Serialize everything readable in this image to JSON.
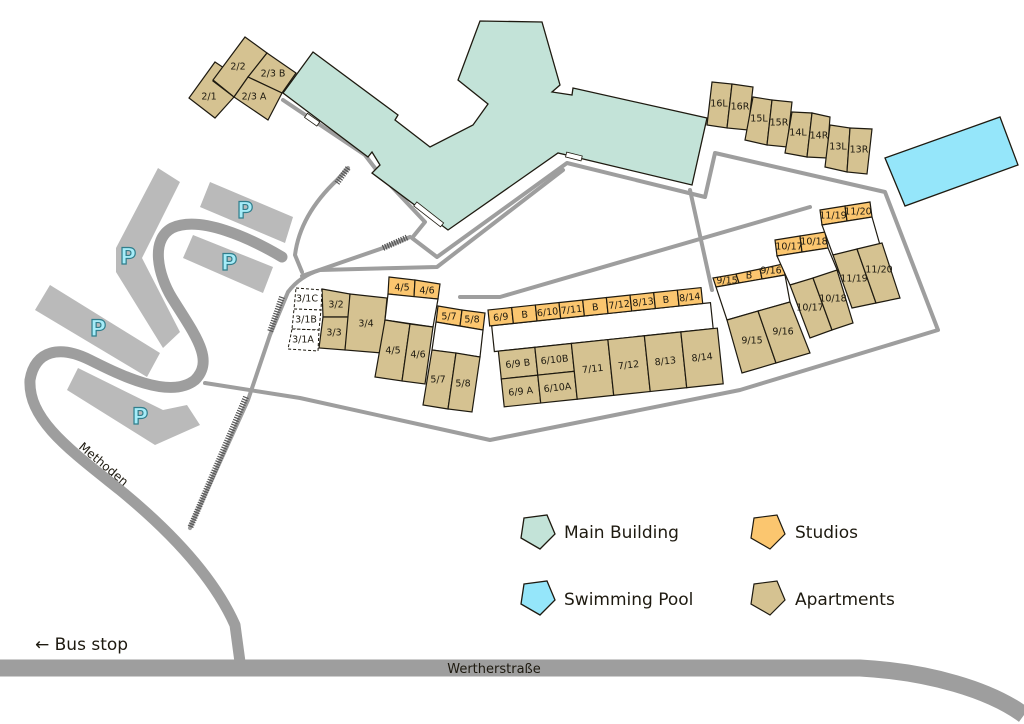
{
  "colors": {
    "main_building": "#c3e3d8",
    "studios": "#fbc66f",
    "swimming_pool": "#95e6fa",
    "apartments": "#d5c291",
    "road": "#9e9e9e",
    "parking": "#bababa"
  },
  "parking_label": "P",
  "streets": {
    "methoden": "Methoden",
    "werther": "Wertherstraße"
  },
  "bus_stop": "← Bus stop",
  "legend": {
    "main_building": "Main Building",
    "studios": "Studios",
    "swimming_pool": "Swimming Pool",
    "apartments": "Apartments"
  },
  "units": {
    "b2": [
      "2/1",
      "2/2",
      "2/3 B",
      "2/3 A"
    ],
    "b3": [
      "3/1C",
      "3/1B",
      "3/1A",
      "3/2",
      "3/3",
      "3/4"
    ],
    "b4_studios": [
      "4/5",
      "4/6"
    ],
    "b4_apts": [
      "4/5",
      "4/6"
    ],
    "b5_studios": [
      "5/7",
      "5/8"
    ],
    "b5_apts": [
      "5/7",
      "5/8"
    ],
    "b678_studios": [
      "6/9",
      "B",
      "6/10",
      "7/11",
      "B",
      "7/12",
      "8/13",
      "B",
      "8/14"
    ],
    "b678_apts": [
      "6/9 B",
      "6/9 A",
      "6/10B",
      "6/10A",
      "7/11",
      "7/12",
      "8/13",
      "8/14"
    ],
    "b9_studios": [
      "9/15",
      "B",
      "9/16"
    ],
    "b9_apts": [
      "9/15",
      "9/16"
    ],
    "b10_studios": [
      "10/17",
      "10/18"
    ],
    "b10_apts": [
      "10/17",
      "10/18"
    ],
    "b11_studios": [
      "11/19",
      "11/20"
    ],
    "b11_apts": [
      "11/19",
      "11/20"
    ],
    "b13_16": [
      "16L",
      "16R",
      "15L",
      "15R",
      "14L",
      "14R",
      "13L",
      "13R"
    ]
  }
}
